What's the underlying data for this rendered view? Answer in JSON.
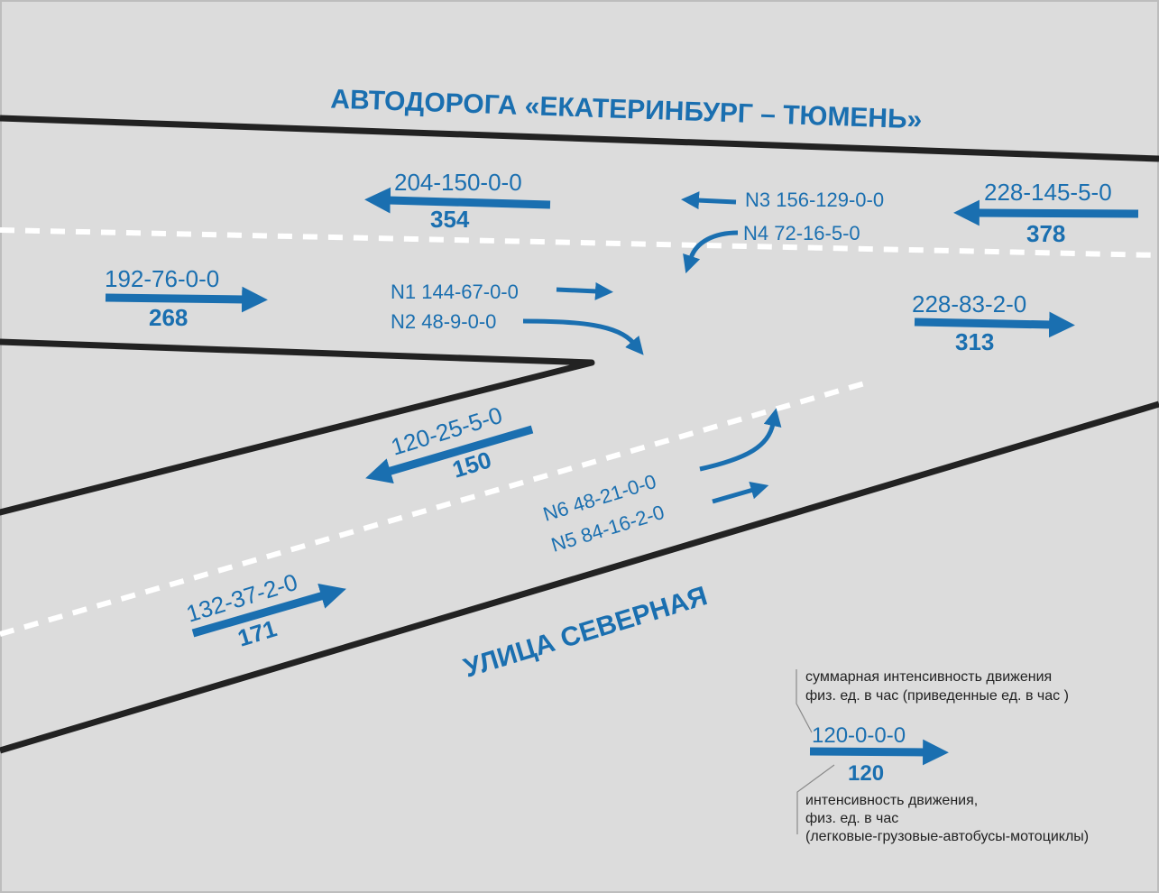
{
  "colors": {
    "background": "#dcdcdc",
    "road_edge": "#222222",
    "lane_divider": "#ffffff",
    "flow": "#1a6fb0",
    "note_text": "#222222"
  },
  "roads": {
    "highway_name": "АВТОДОРОГА «ЕКАТЕРИНБУРГ – ТЮМЕНЬ»",
    "street_name": "УЛИЦА СЕВЕРНАЯ"
  },
  "flows": {
    "main_west": {
      "counts": "204-150-0-0",
      "total": "354"
    },
    "main_east": {
      "counts": "228-145-5-0",
      "total": "378"
    },
    "n3": "N3 156-129-0-0",
    "n4": "N4 72-16-5-0",
    "left_in": {
      "counts": "192-76-0-0",
      "total": "268"
    },
    "n1": "N1 144-67-0-0",
    "n2": "N2 48-9-0-0",
    "right_out": {
      "counts": "228-83-2-0",
      "total": "313"
    },
    "ramp_out": {
      "counts": "120-25-5-0",
      "total": "150"
    },
    "n6": "N6 48-21-0-0",
    "n5": "N5 84-16-2-0",
    "street_in": {
      "counts": "132-37-2-0",
      "total": "171"
    }
  },
  "legend": {
    "top_note_line1": "суммарная интенсивность движения",
    "top_note_line2": "физ. ед. в час (приведенные ед. в час )",
    "example_counts": "120-0-0-0",
    "example_total": "120",
    "bottom_note_line1": "интенсивность движения,",
    "bottom_note_line2": "физ. ед. в час",
    "bottom_note_line3": "(легковые-грузовые-автобусы-мотоциклы)"
  }
}
